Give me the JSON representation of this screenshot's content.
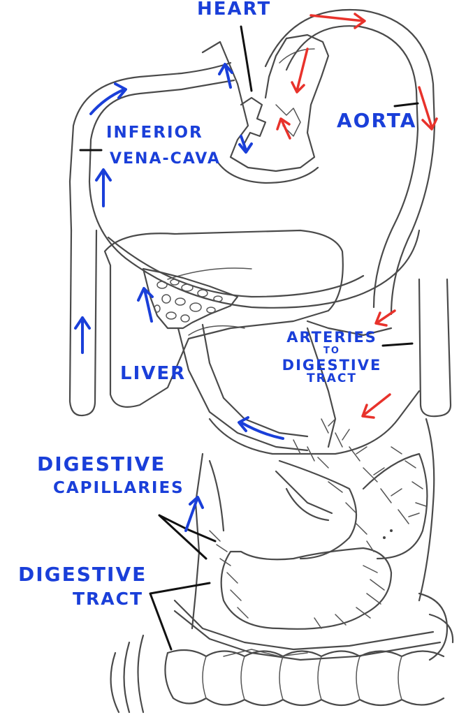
{
  "colors": {
    "label": "#1a3fd9",
    "venous_arrow": "#1a3fd9",
    "arterial_arrow": "#e8322b",
    "outline": "#4a4a4a"
  },
  "labels": {
    "heart": "HEART",
    "aorta": "AORTA",
    "inferior": "INFERIOR",
    "vena_cava": "VENA-CAVA",
    "liver": "LIVER",
    "arteries_1": "ARTERIES",
    "arteries_2": "TO",
    "arteries_3": "DIGESTIVE",
    "arteries_4": "TRACT",
    "capillaries_1": "DIGESTIVE",
    "capillaries_2": "CAPILLARIES",
    "tract_1": "DIGESTIVE",
    "tract_2": "TRACT"
  }
}
